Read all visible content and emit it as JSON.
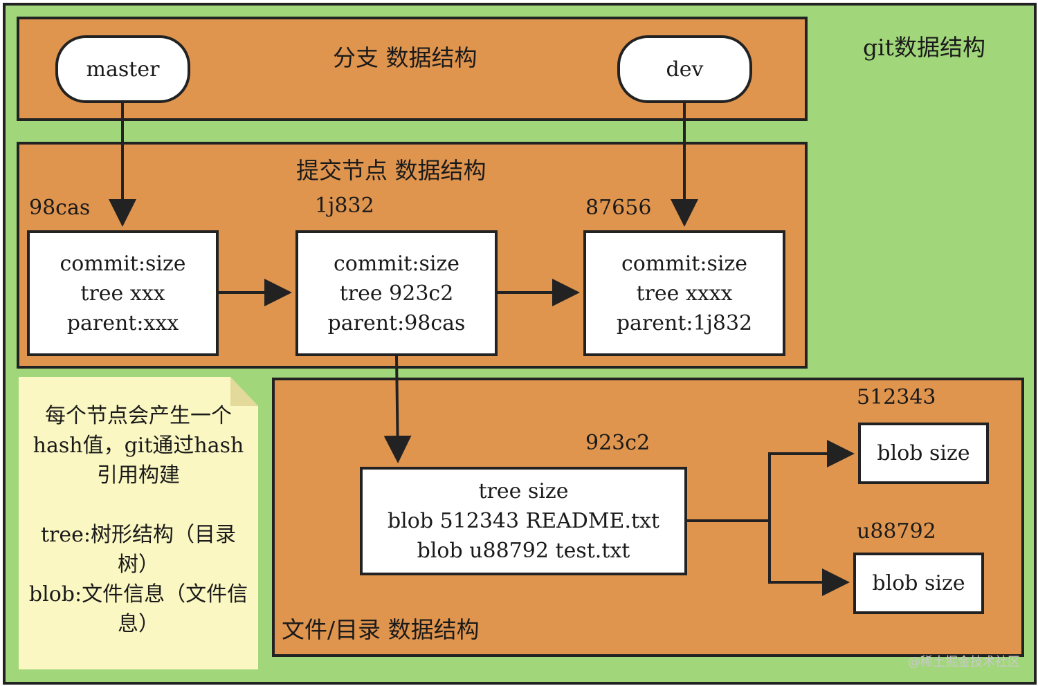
{
  "diagram_title": "git数据结构",
  "branch_panel": {
    "title": "分支 数据结构",
    "branches": [
      "master",
      "dev"
    ]
  },
  "commit_panel": {
    "title": "提交节点 数据结构",
    "commits": [
      {
        "hash": "98cas",
        "lines": [
          "commit:size",
          "tree xxx",
          "parent:xxx"
        ]
      },
      {
        "hash": "1j832",
        "lines": [
          "commit:size",
          "tree 923c2",
          "parent:98cas"
        ]
      },
      {
        "hash": "87656",
        "lines": [
          "commit:size",
          "tree xxxx",
          "parent:1j832"
        ]
      }
    ]
  },
  "file_panel": {
    "title": "文件/目录 数据结构",
    "tree": {
      "hash": "923c2",
      "lines": [
        "tree size",
        "blob 512343 README.txt",
        "blob u88792 test.txt"
      ]
    },
    "blobs": [
      {
        "hash": "512343",
        "label": "blob size"
      },
      {
        "hash": "u88792",
        "label": "blob size"
      }
    ]
  },
  "note": {
    "lines": [
      "每个节点会产生一个hash值，git通过hash引用构建",
      "",
      "tree:树形结构（目录树）",
      "blob:文件信息（文件信息）"
    ]
  },
  "watermark": "@稀土掘金技术社区",
  "colors": {
    "background": "#a1d77a",
    "panel": "#e0954f",
    "note": "#fbf7c2",
    "box": "#ffffff",
    "stroke": "#222222"
  }
}
